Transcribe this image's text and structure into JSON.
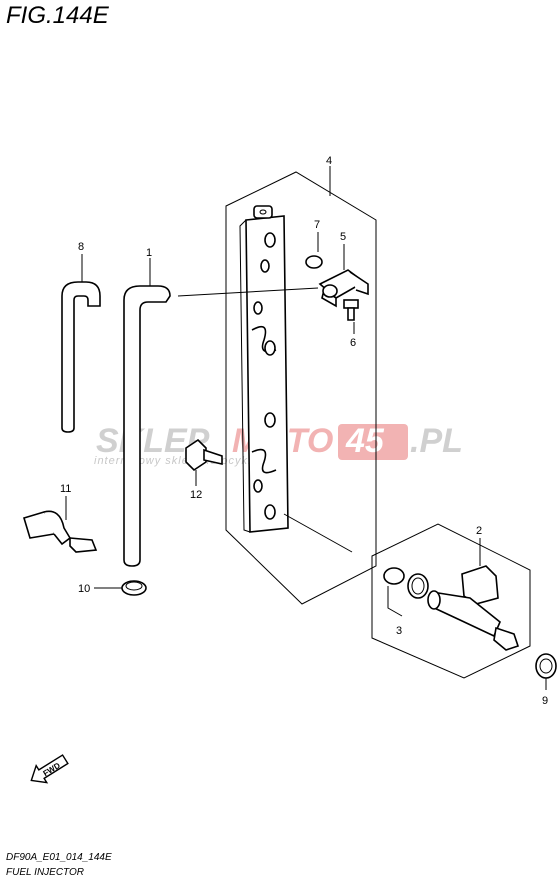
{
  "figure": {
    "title": "FIG.144E",
    "code": "DF90A_E01_014_144E",
    "name": "FUEL INJECTOR"
  },
  "watermark": {
    "part1": "SKLEP",
    "part2": "MOTO",
    "part3": "45",
    "part4": ".PL",
    "tagline": "internetowy sklep motocyklowy",
    "gray": "#c8c8c8",
    "red": "#f2b3b3"
  },
  "fwd": "FWD",
  "callouts": {
    "c1": "1",
    "c2": "2",
    "c3": "3",
    "c4": "4",
    "c5": "5",
    "c6": "6",
    "c7": "7",
    "c8": "8",
    "c9": "9",
    "c10": "10",
    "c11": "11",
    "c12": "12"
  }
}
